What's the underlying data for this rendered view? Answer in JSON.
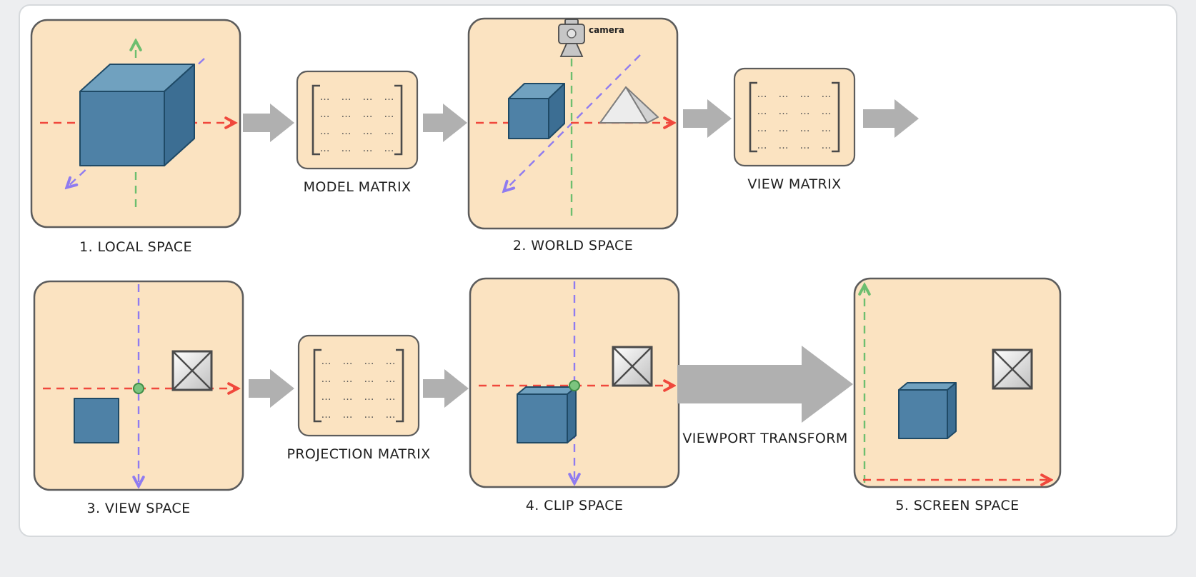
{
  "diagram": {
    "stages": [
      {
        "label": "1. LOCAL SPACE"
      },
      {
        "label": "2. WORLD SPACE"
      },
      {
        "label": "3. VIEW SPACE"
      },
      {
        "label": "4. CLIP SPACE"
      },
      {
        "label": "5. SCREEN SPACE"
      }
    ],
    "matrices": [
      {
        "label": "MODEL MATRIX"
      },
      {
        "label": "VIEW MATRIX"
      },
      {
        "label": "PROJECTION MATRIX"
      }
    ],
    "viewport_transform_label": "VIEWPORT TRANSFORM",
    "camera_label": "camera",
    "matrix_row": "… … … …",
    "colors": {
      "panel_fill": "#FBE3C1",
      "panel_stroke": "#5C5C5C",
      "arrow_gray": "#B0B0B0",
      "axis_x_red": "#F0483C",
      "axis_y_green": "#6DBE6F",
      "axis_z_purple": "#8F7BF0",
      "cube_front": "#4E81A6",
      "cube_top": "#70A1BF",
      "cube_side": "#3C6E93",
      "origin_dot": "#7CC47F"
    }
  }
}
